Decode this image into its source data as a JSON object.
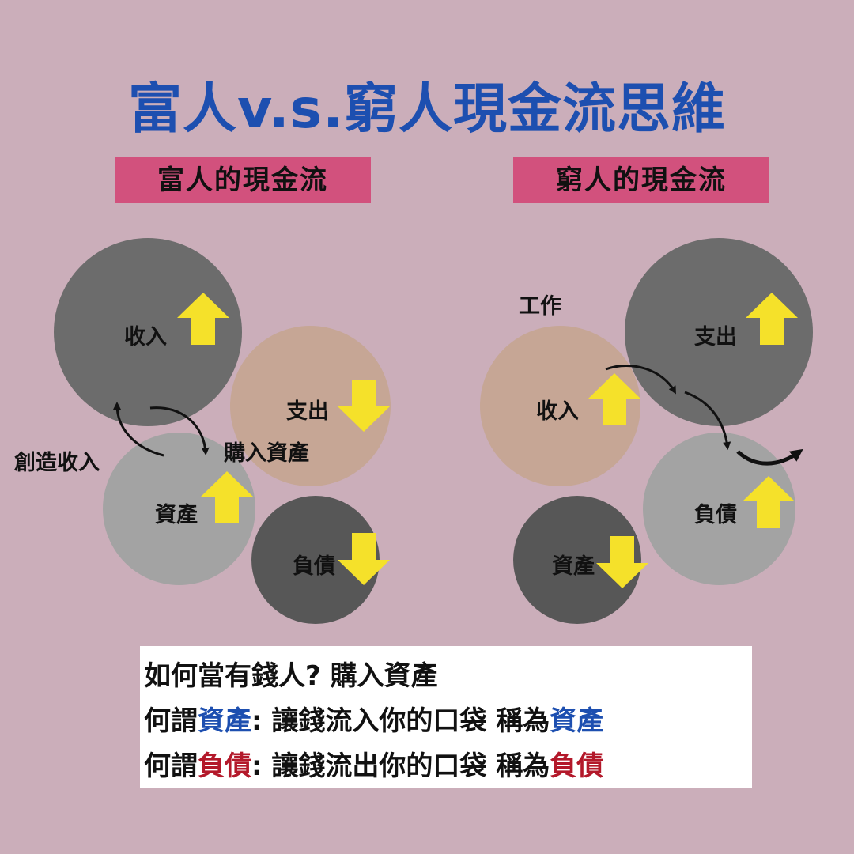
{
  "title": "富人v.s.窮人現金流思維",
  "rich": {
    "header": "富人的現金流",
    "income": "收入",
    "expense": "支出",
    "asset": "資產",
    "liability": "負債",
    "create_income": "創造收入",
    "buy_asset": "購入資產"
  },
  "poor": {
    "header": "窮人的現金流",
    "work": "工作",
    "income": "收入",
    "expense": "支出",
    "asset": "資產",
    "liability": "負債"
  },
  "notes": {
    "line1": "如何當有錢人? 購入資產",
    "line2_a": "何謂",
    "line2_term": "資產",
    "line2_b": ": 讓錢流入你的口袋 稱為",
    "line2_end": "資產",
    "line3_a": "何謂",
    "line3_term": "負債",
    "line3_b": ": 讓錢流出你的口袋 稱為",
    "line3_end": "負債"
  },
  "colors": {
    "background": "#cbaeba",
    "title": "#1d4fb0",
    "header_bar": "#d2517d",
    "arrow": "#f5e12a",
    "asset_term": "#1d4fb0",
    "liability_term": "#b3182a"
  }
}
